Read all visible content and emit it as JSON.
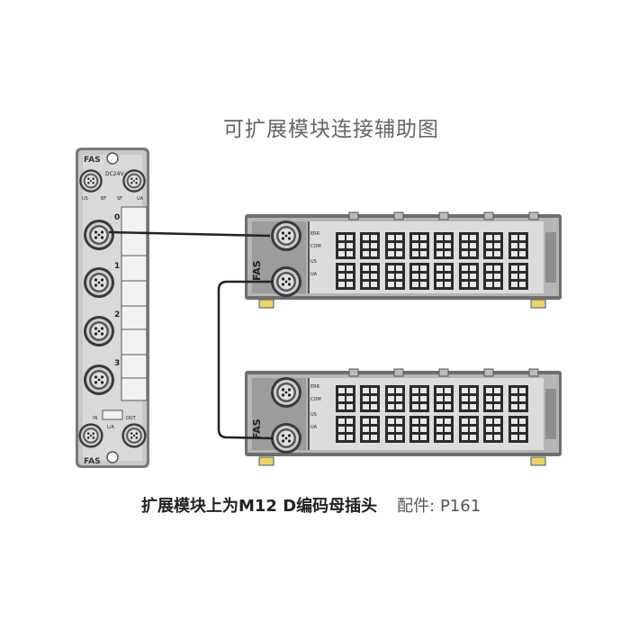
{
  "title": "可扩展模块连接辅助图",
  "caption": {
    "main": "扩展模块上为M12 D编码母插头",
    "accessory": "配件: P161"
  },
  "master_module": {
    "logo": "FAS",
    "power_label": "DC24V",
    "top_leds": [
      "US",
      "BF",
      "SF",
      "UA"
    ],
    "port_numbers": [
      "0",
      "1",
      "2",
      "3"
    ],
    "bottom_labels": [
      "IN",
      "L/A",
      "OUT"
    ]
  },
  "expansion_module": {
    "logo": "FAS",
    "status_leds": [
      "ERR",
      "COM",
      "US",
      "UA"
    ]
  },
  "colors": {
    "cable": "#222222",
    "housing": "#b8b8b8",
    "panel": "#e6e6e6"
  }
}
